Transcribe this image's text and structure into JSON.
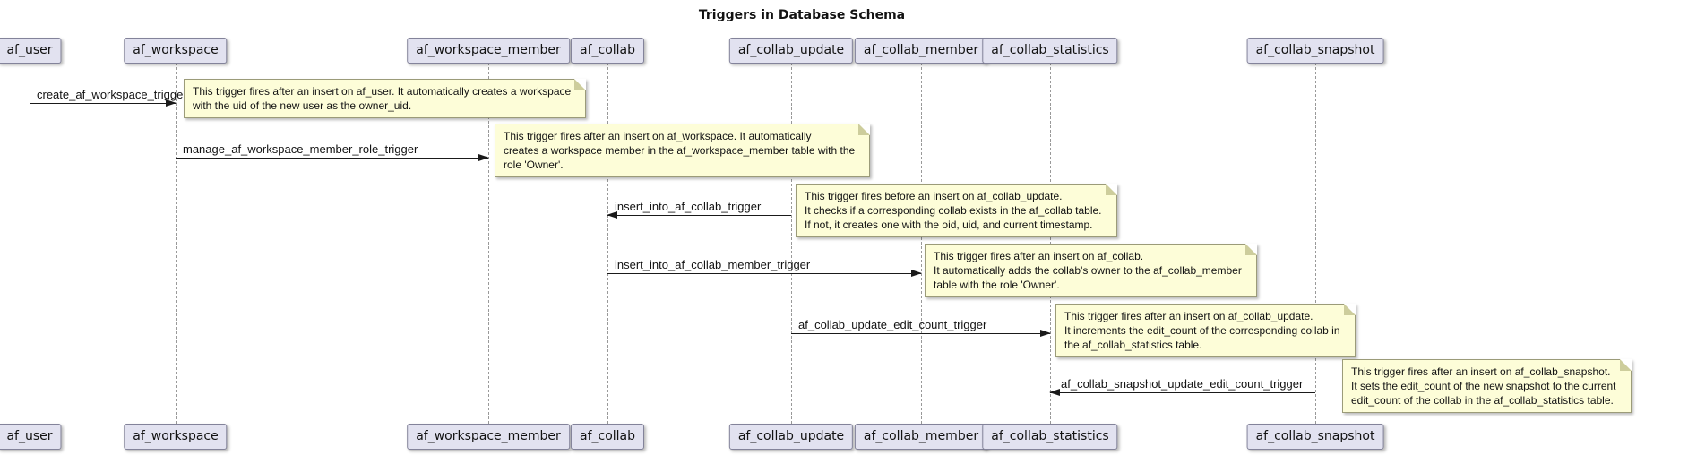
{
  "title": "Triggers in Database Schema",
  "colors": {
    "participant_fill": "#e2e2f0",
    "participant_border": "#83839a",
    "note_fill": "#fdfdd8",
    "note_border": "#9b9b79",
    "line": "#1a1a1a",
    "lifeline": "#999999"
  },
  "participants": [
    {
      "label": "af_user"
    },
    {
      "label": "af_workspace"
    },
    {
      "label": "af_workspace_member"
    },
    {
      "label": "af_collab"
    },
    {
      "label": "af_collab_update"
    },
    {
      "label": "af_collab_member"
    },
    {
      "label": "af_collab_statistics"
    },
    {
      "label": "af_collab_snapshot"
    }
  ],
  "messages": [
    {
      "label": "create_af_workspace_trigger",
      "from": "af_user",
      "to": "af_workspace"
    },
    {
      "label": "manage_af_workspace_member_role_trigger",
      "from": "af_workspace",
      "to": "af_workspace_member"
    },
    {
      "label": "insert_into_af_collab_trigger",
      "from": "af_collab_update",
      "to": "af_collab"
    },
    {
      "label": "insert_into_af_collab_member_trigger",
      "from": "af_collab",
      "to": "af_collab_member"
    },
    {
      "label": "af_collab_update_edit_count_trigger",
      "from": "af_collab_update",
      "to": "af_collab_statistics"
    },
    {
      "label": "af_collab_snapshot_update_edit_count_trigger",
      "from": "af_collab_snapshot",
      "to": "af_collab_statistics"
    }
  ],
  "notes": [
    {
      "attached_to": "af_workspace",
      "lines": [
        "This trigger fires after an insert on af_user. It automatically creates a workspace",
        "with the uid of the new user as the owner_uid."
      ]
    },
    {
      "attached_to": "af_workspace_member",
      "lines": [
        "This trigger fires after an insert on af_workspace. It automatically",
        "creates a workspace member in the af_workspace_member table with the",
        "role 'Owner'."
      ]
    },
    {
      "attached_to": "af_collab_update",
      "lines": [
        "This trigger fires before an insert on af_collab_update.",
        "It checks if a corresponding collab exists in the af_collab table.",
        "If not, it creates one with the oid, uid, and current timestamp."
      ]
    },
    {
      "attached_to": "af_collab_member",
      "lines": [
        "This trigger fires after an insert on af_collab.",
        "It automatically adds the collab's owner to the af_collab_member",
        "table with the role 'Owner'."
      ]
    },
    {
      "attached_to": "af_collab_statistics",
      "lines": [
        "This trigger fires after an insert on af_collab_update.",
        "It increments the edit_count of the corresponding collab in",
        "the af_collab_statistics table."
      ]
    },
    {
      "attached_to": "af_collab_snapshot",
      "lines": [
        "This trigger fires after an insert on af_collab_snapshot.",
        "It sets the edit_count of the new snapshot to the current",
        "edit_count of the collab in the af_collab_statistics table."
      ]
    }
  ]
}
